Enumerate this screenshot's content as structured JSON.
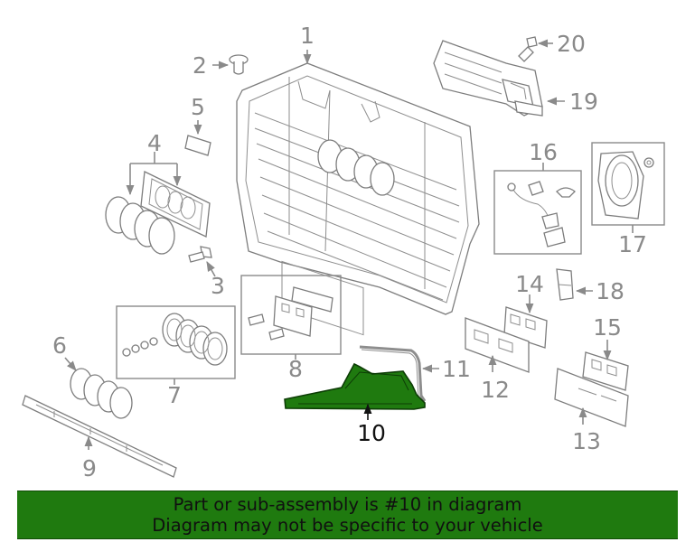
{
  "callouts": {
    "c1": "1",
    "c2": "2",
    "c3": "3",
    "c4": "4",
    "c5": "5",
    "c6": "6",
    "c7": "7",
    "c8": "8",
    "c9": "9",
    "c10": "10",
    "c11": "11",
    "c12": "12",
    "c13": "13",
    "c14": "14",
    "c15": "15",
    "c16": "16",
    "c17": "17",
    "c18": "18",
    "c19": "19",
    "c20": "20"
  },
  "banner": {
    "line1": "Part or sub-assembly is #10 in diagram",
    "line2": "Diagram may not be specific to your vehicle"
  },
  "colors": {
    "highlight_part": "#1f7a0f",
    "banner_background": "#1f7a0f",
    "line_art": "#8a8a8a"
  }
}
